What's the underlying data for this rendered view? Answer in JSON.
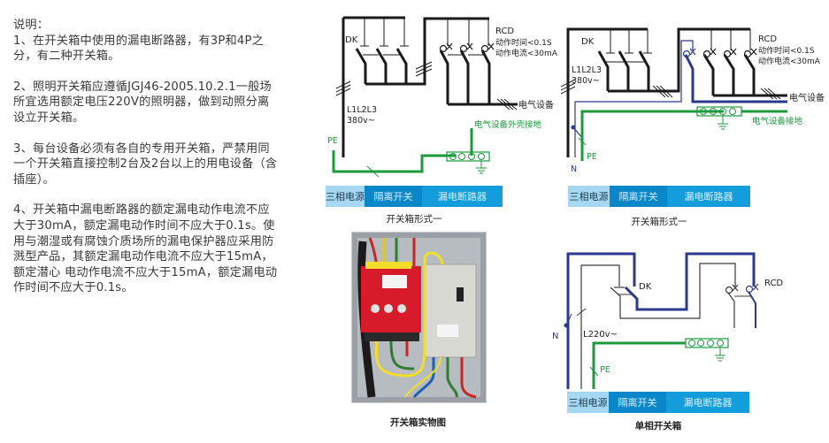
{
  "notes": {
    "title": "说明：",
    "paragraphs": [
      "1、在开关箱中使用的漏电断路器，有3P和4P之分，有二种开关箱。",
      "2、照明开关箱应遵循JGJ46-2005.10.2.1一般场所宜选用额定电压220V的照明器，做到动照分离设立开关箱。",
      "3、每台设备必须有各自的专用开关箱，严禁用同一个开关箱直接控制2台及2台以上的用电设备（含插座）。",
      "4、开关箱中漏电断路器的额定漏电动作电流不应大于30mA，额定漏电动作时间不应大于0.1s。使用与潮湿或有腐蚀介质场所的漏电保护器应采用防溅型产品，其额定漏电动作电流不应大于15mA，额定潜心 电动作电流不应大于15mA，额定漏电动作时间不应大于0.1s。"
    ]
  },
  "colors": {
    "wire_black": "#1a1a1a",
    "wire_green": "#1e9a3e",
    "wire_blue": "#2b3a8c",
    "bar_light": "#a6d8f2",
    "bar_dark": "#0987c9",
    "bar_mid": "#149ddd"
  },
  "diagram1": {
    "dk_label": "DK",
    "rcd_label": "RCD",
    "rcd_time": "动作时间<0.1S",
    "rcd_current": "动作电流<30mA",
    "phase_label": "L1L2L3",
    "voltage_label": "380v~",
    "pe_label": "PE",
    "equipment_label": "电气设备",
    "grounding_label": "电气设备外壳接地",
    "bar": [
      "三相电源",
      "隔离开关",
      "漏电断路器"
    ],
    "caption": "开关箱形式一"
  },
  "diagram2": {
    "dk_label": "DK",
    "rcd_label": "RCD",
    "rcd_time": "动作时间<0.1S",
    "rcd_current": "动作电流<30mA",
    "phase_label": "L1L2L3",
    "voltage_label": "380v~",
    "pe_label": "PE",
    "n_label": "N",
    "equipment_label": "电气设备",
    "grounding_label": "电气设备接地",
    "bar": [
      "三相电源",
      "隔离开关",
      "漏电断路器"
    ],
    "caption": "开关箱形式一"
  },
  "diagram3": {
    "dk_label": "DK",
    "rcd_label": "RCD",
    "n_label": "N",
    "voltage_label": "L220v~",
    "pe_label": "PE",
    "bar": [
      "三相电源",
      "隔离开关",
      "漏电断路器"
    ],
    "caption": "单相开关箱"
  },
  "photo": {
    "caption": "开关箱实物图"
  }
}
